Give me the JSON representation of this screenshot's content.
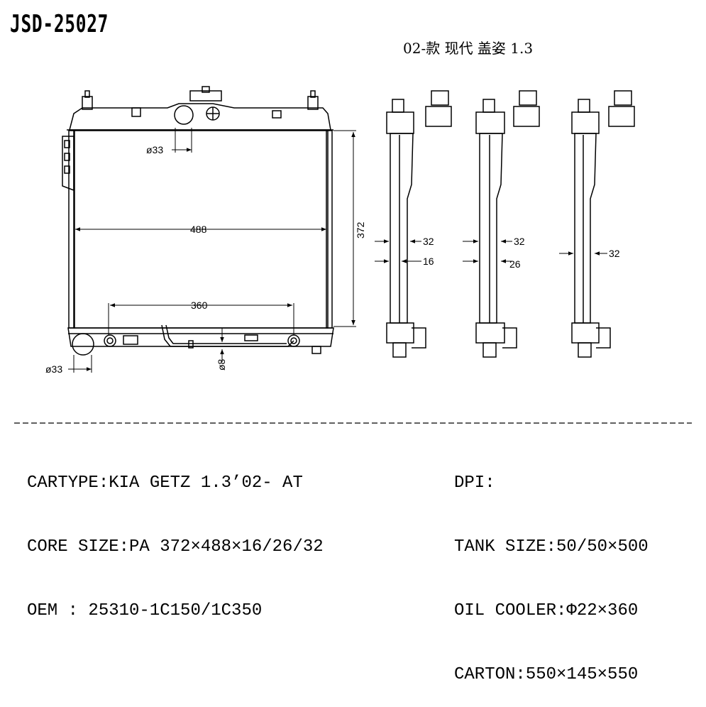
{
  "header": {
    "model_code": "JSD-25027",
    "subtitle": "02-款 现代 盖姿 1.3"
  },
  "dimensions": {
    "cap_diameter_top": "ø33",
    "core_width": "488",
    "core_height": "372",
    "cooler_length": "360",
    "cap_diameter_bottom": "ø33",
    "pipe_diameter": "ø8",
    "view1_tank": "32",
    "view1_core": "16",
    "view2_tank": "32",
    "view2_core": "26",
    "view3_tank": "32"
  },
  "specs_left": {
    "cartype": "CARTYPE:KIA GETZ 1.3’02- AT",
    "core_size": "CORE SIZE:PA 372×488×16/26/32",
    "oem": "OEM : 25310-1C150/1C350"
  },
  "specs_right": {
    "dpi": "DPI:",
    "tank_size": "TANK SIZE:50/50×500",
    "oil_cooler": "OIL COOLER:Φ22×360",
    "carton": "CARTON:550×145×550"
  }
}
